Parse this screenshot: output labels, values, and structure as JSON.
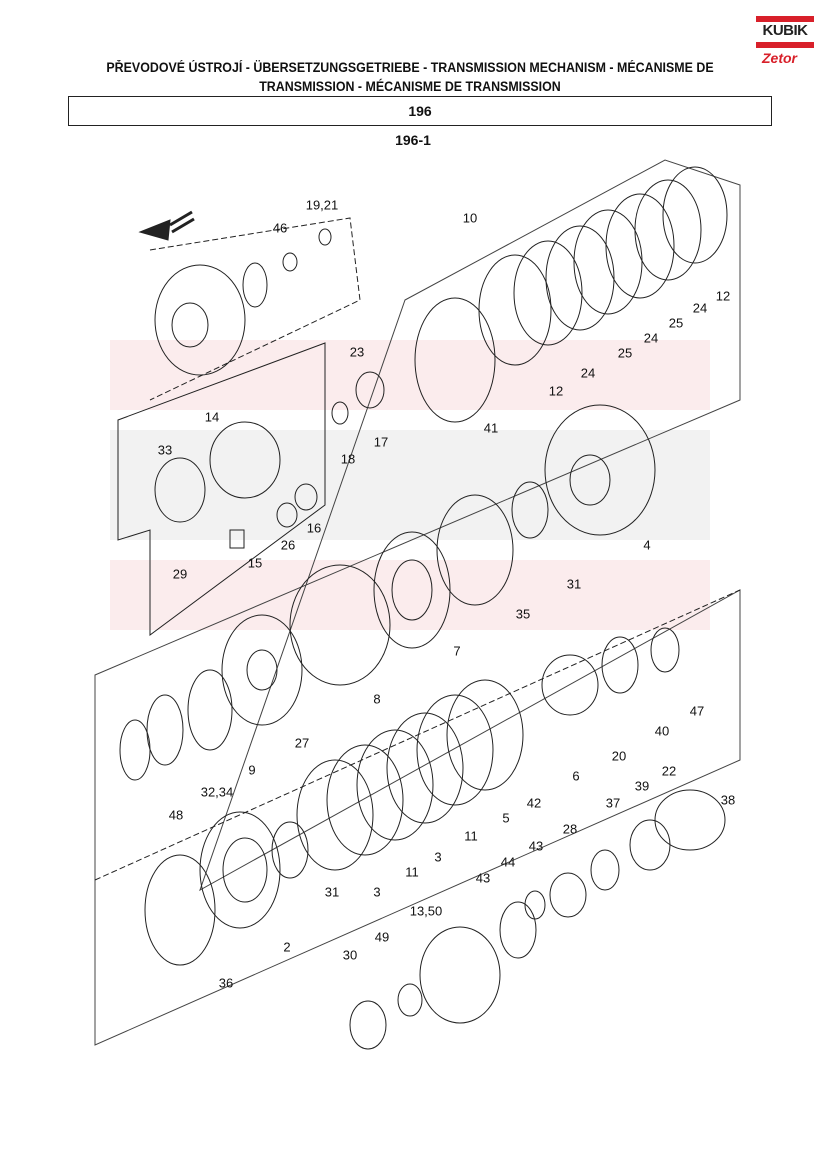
{
  "header": {
    "title_line1": "PŘEVODOVÉ ÚSTROJÍ - ÜBERSETZUNGSGETRIEBE - TRANSMISSION MECHANISM - MÉCANISME DE",
    "title_line2": "TRANSMISSION - MÉCANISME DE TRANSMISSION",
    "section": "196",
    "figure": "196-1"
  },
  "logo": {
    "brand": "KUBIK",
    "sub": "Zetor"
  },
  "callouts": [
    "19,21",
    "46",
    "10",
    "23",
    "14",
    "33",
    "17",
    "18",
    "41",
    "12",
    "24",
    "25",
    "24",
    "25",
    "24",
    "12",
    "16",
    "26",
    "29",
    "15",
    "4",
    "31",
    "35",
    "7",
    "8",
    "47",
    "40",
    "20",
    "27",
    "9",
    "32,34",
    "48",
    "6",
    "42",
    "5",
    "11",
    "3",
    "11",
    "3",
    "39",
    "22",
    "37",
    "38",
    "28",
    "43",
    "44",
    "43",
    "31",
    "13,50",
    "49",
    "30",
    "2",
    "36"
  ]
}
